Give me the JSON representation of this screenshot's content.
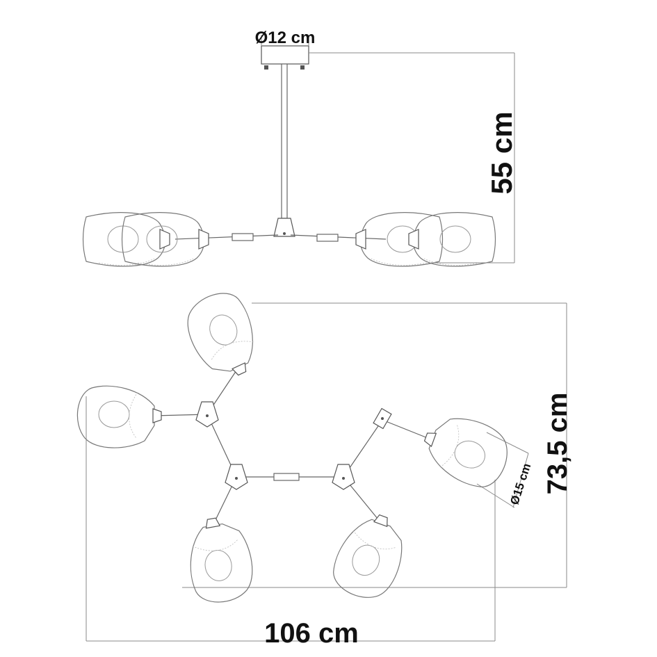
{
  "dimensions": {
    "canopy_diameter": "Ø12 cm",
    "drop_height": "55 cm",
    "width": "106 cm",
    "depth": "73,5 cm",
    "shade_diameter": "Ø15 cm"
  }
}
